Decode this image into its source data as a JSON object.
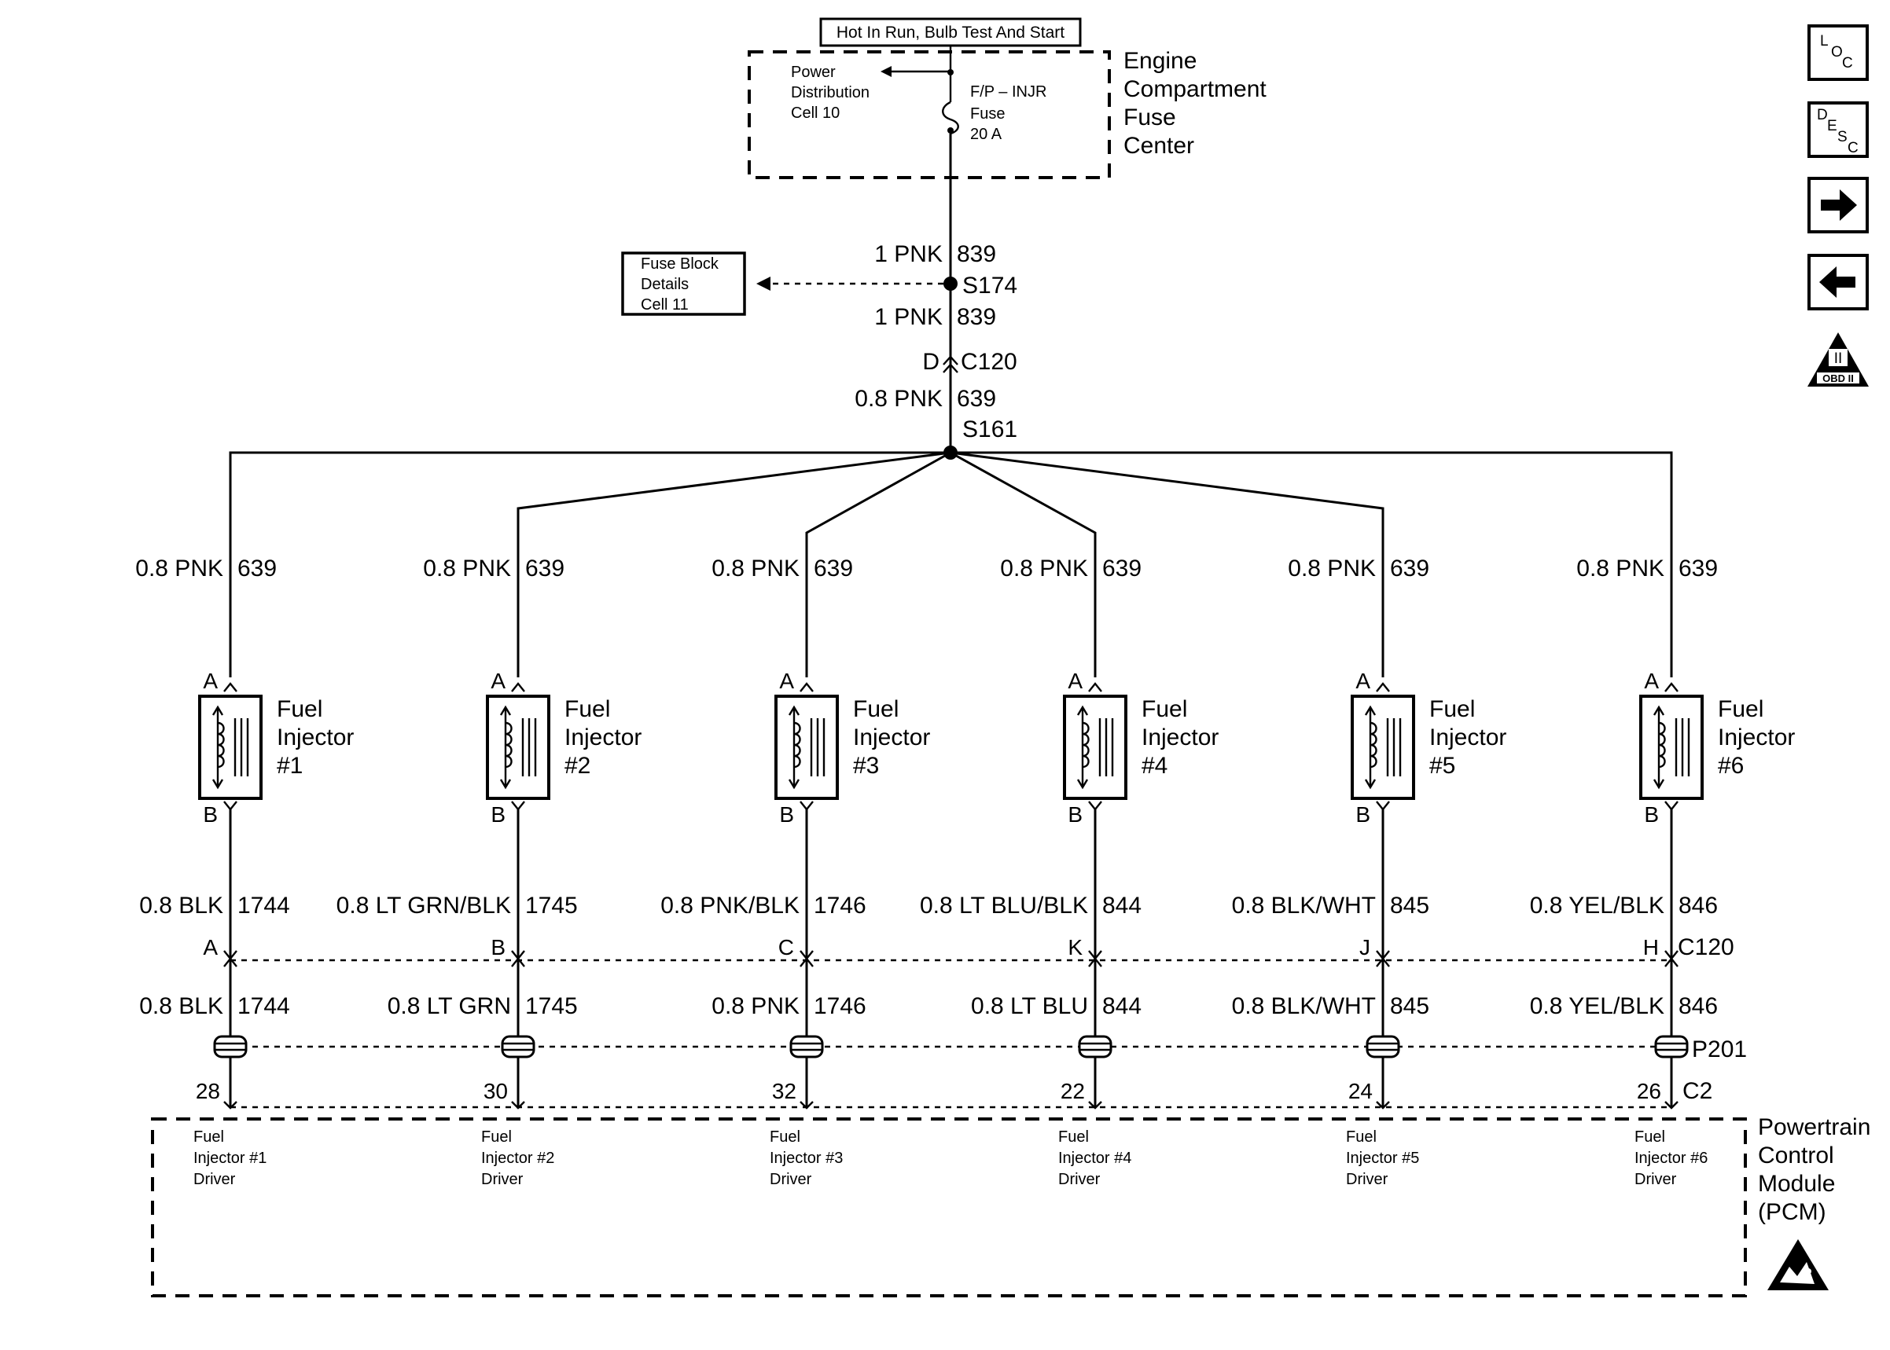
{
  "top_box": {
    "label": "Hot In Run, Bulb Test And Start"
  },
  "fuse_center": {
    "name_lines": [
      "Engine",
      "Compartment",
      "Fuse",
      "Center"
    ],
    "power_dist_lines": [
      "Power",
      "Distribution",
      "Cell 10"
    ],
    "fuse_lines": [
      "F/P – INJR",
      "Fuse",
      "20 A"
    ]
  },
  "feed": {
    "wire_upper": {
      "size_color": "1 PNK",
      "circuit": "839"
    },
    "splice_top": "S174",
    "wire_lower": {
      "size_color": "1 PNK",
      "circuit": "839"
    },
    "connector_pin": "D",
    "connector": "C120",
    "wire_feed": {
      "size_color": "0.8 PNK",
      "circuit": "639"
    },
    "splice_main": "S161"
  },
  "fuse_block_ref": {
    "lines": [
      "Fuse Block",
      "Details",
      "Cell 11"
    ]
  },
  "injectors": [
    {
      "pin_a": "A",
      "pin_b": "B",
      "name": [
        "Fuel",
        "Injector",
        "#1"
      ],
      "feed_wire": "0.8 PNK",
      "feed_circuit": "639",
      "ctrl_wire": "0.8 BLK",
      "ctrl_circuit": "1744",
      "c120_pin": "A",
      "low_wire": "0.8 BLK",
      "low_circuit": "1744",
      "pcm_pin": "28",
      "driver": [
        "Fuel",
        "Injector #1",
        "Driver"
      ]
    },
    {
      "pin_a": "A",
      "pin_b": "B",
      "name": [
        "Fuel",
        "Injector",
        "#2"
      ],
      "feed_wire": "0.8 PNK",
      "feed_circuit": "639",
      "ctrl_wire": "0.8 LT GRN/BLK",
      "ctrl_circuit": "1745",
      "c120_pin": "B",
      "low_wire": "0.8 LT GRN",
      "low_circuit": "1745",
      "pcm_pin": "30",
      "driver": [
        "Fuel",
        "Injector #2",
        "Driver"
      ]
    },
    {
      "pin_a": "A",
      "pin_b": "B",
      "name": [
        "Fuel",
        "Injector",
        "#3"
      ],
      "feed_wire": "0.8 PNK",
      "feed_circuit": "639",
      "ctrl_wire": "0.8 PNK/BLK",
      "ctrl_circuit": "1746",
      "c120_pin": "C",
      "low_wire": "0.8 PNK",
      "low_circuit": "1746",
      "pcm_pin": "32",
      "driver": [
        "Fuel",
        "Injector #3",
        "Driver"
      ]
    },
    {
      "pin_a": "A",
      "pin_b": "B",
      "name": [
        "Fuel",
        "Injector",
        "#4"
      ],
      "feed_wire": "0.8 PNK",
      "feed_circuit": "639",
      "ctrl_wire": "0.8 LT BLU/BLK",
      "ctrl_circuit": "844",
      "c120_pin": "K",
      "low_wire": "0.8 LT BLU",
      "low_circuit": "844",
      "pcm_pin": "22",
      "driver": [
        "Fuel",
        "Injector #4",
        "Driver"
      ]
    },
    {
      "pin_a": "A",
      "pin_b": "B",
      "name": [
        "Fuel",
        "Injector",
        "#5"
      ],
      "feed_wire": "0.8 PNK",
      "feed_circuit": "639",
      "ctrl_wire": "0.8 BLK/WHT",
      "ctrl_circuit": "845",
      "c120_pin": "J",
      "low_wire": "0.8 BLK/WHT",
      "low_circuit": "845",
      "pcm_pin": "24",
      "driver": [
        "Fuel",
        "Injector #5",
        "Driver"
      ]
    },
    {
      "pin_a": "A",
      "pin_b": "B",
      "name": [
        "Fuel",
        "Injector",
        "#6"
      ],
      "feed_wire": "0.8 PNK",
      "feed_circuit": "639",
      "ctrl_wire": "0.8 YEL/BLK",
      "ctrl_circuit": "846",
      "c120_pin": "H",
      "low_wire": "0.8 YEL/BLK",
      "low_circuit": "846",
      "pcm_pin": "26",
      "driver": [
        "Fuel",
        "Injector #6",
        "Driver"
      ]
    }
  ],
  "row_connector": "C120",
  "ring_connector": "P201",
  "pcm_connector": "C2",
  "pcm": {
    "name_lines": [
      "Powertrain",
      "Control",
      "Module",
      "(PCM)"
    ]
  },
  "side_icons": {
    "loc": {
      "letters": [
        "L",
        "O",
        "C"
      ]
    },
    "desc": {
      "letters": [
        "D",
        "E",
        "S",
        "C"
      ]
    },
    "next": "arrow-right-icon",
    "prev": "arrow-left-icon",
    "obd": {
      "numeral": "II",
      "label": "OBD II"
    }
  }
}
